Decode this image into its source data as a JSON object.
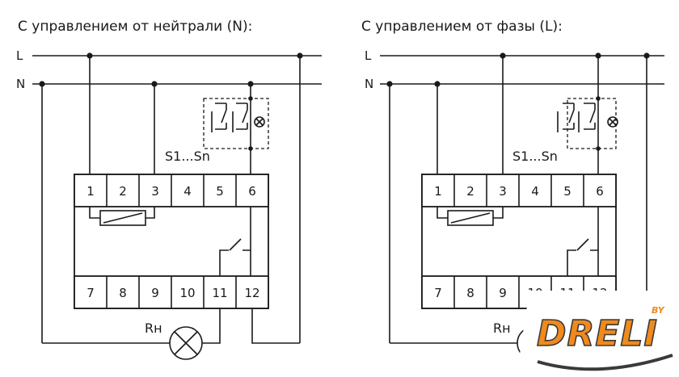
{
  "diagrams": [
    {
      "title": "С управлением от нейтрали (N):",
      "bus_l": "L",
      "bus_n": "N",
      "switch_label": "S1...Sn",
      "load_label": "Rн",
      "terminals_top": [
        "1",
        "2",
        "3",
        "4",
        "5",
        "6"
      ],
      "terminals_bottom": [
        "7",
        "8",
        "9",
        "10",
        "11",
        "12"
      ]
    },
    {
      "title": "С управлением от фазы (L):",
      "bus_l": "L",
      "bus_n": "N",
      "switch_label": "S1...Sn",
      "load_label": "Rн",
      "terminals_top": [
        "1",
        "2",
        "3",
        "4",
        "5",
        "6"
      ],
      "terminals_bottom": [
        "7",
        "8",
        "9",
        "10",
        "11",
        "12"
      ]
    }
  ],
  "logo": {
    "text": "DRELI",
    "superscript": "BY",
    "colors": {
      "orange": "#f08a1c",
      "dark": "#3a3a3a"
    }
  }
}
